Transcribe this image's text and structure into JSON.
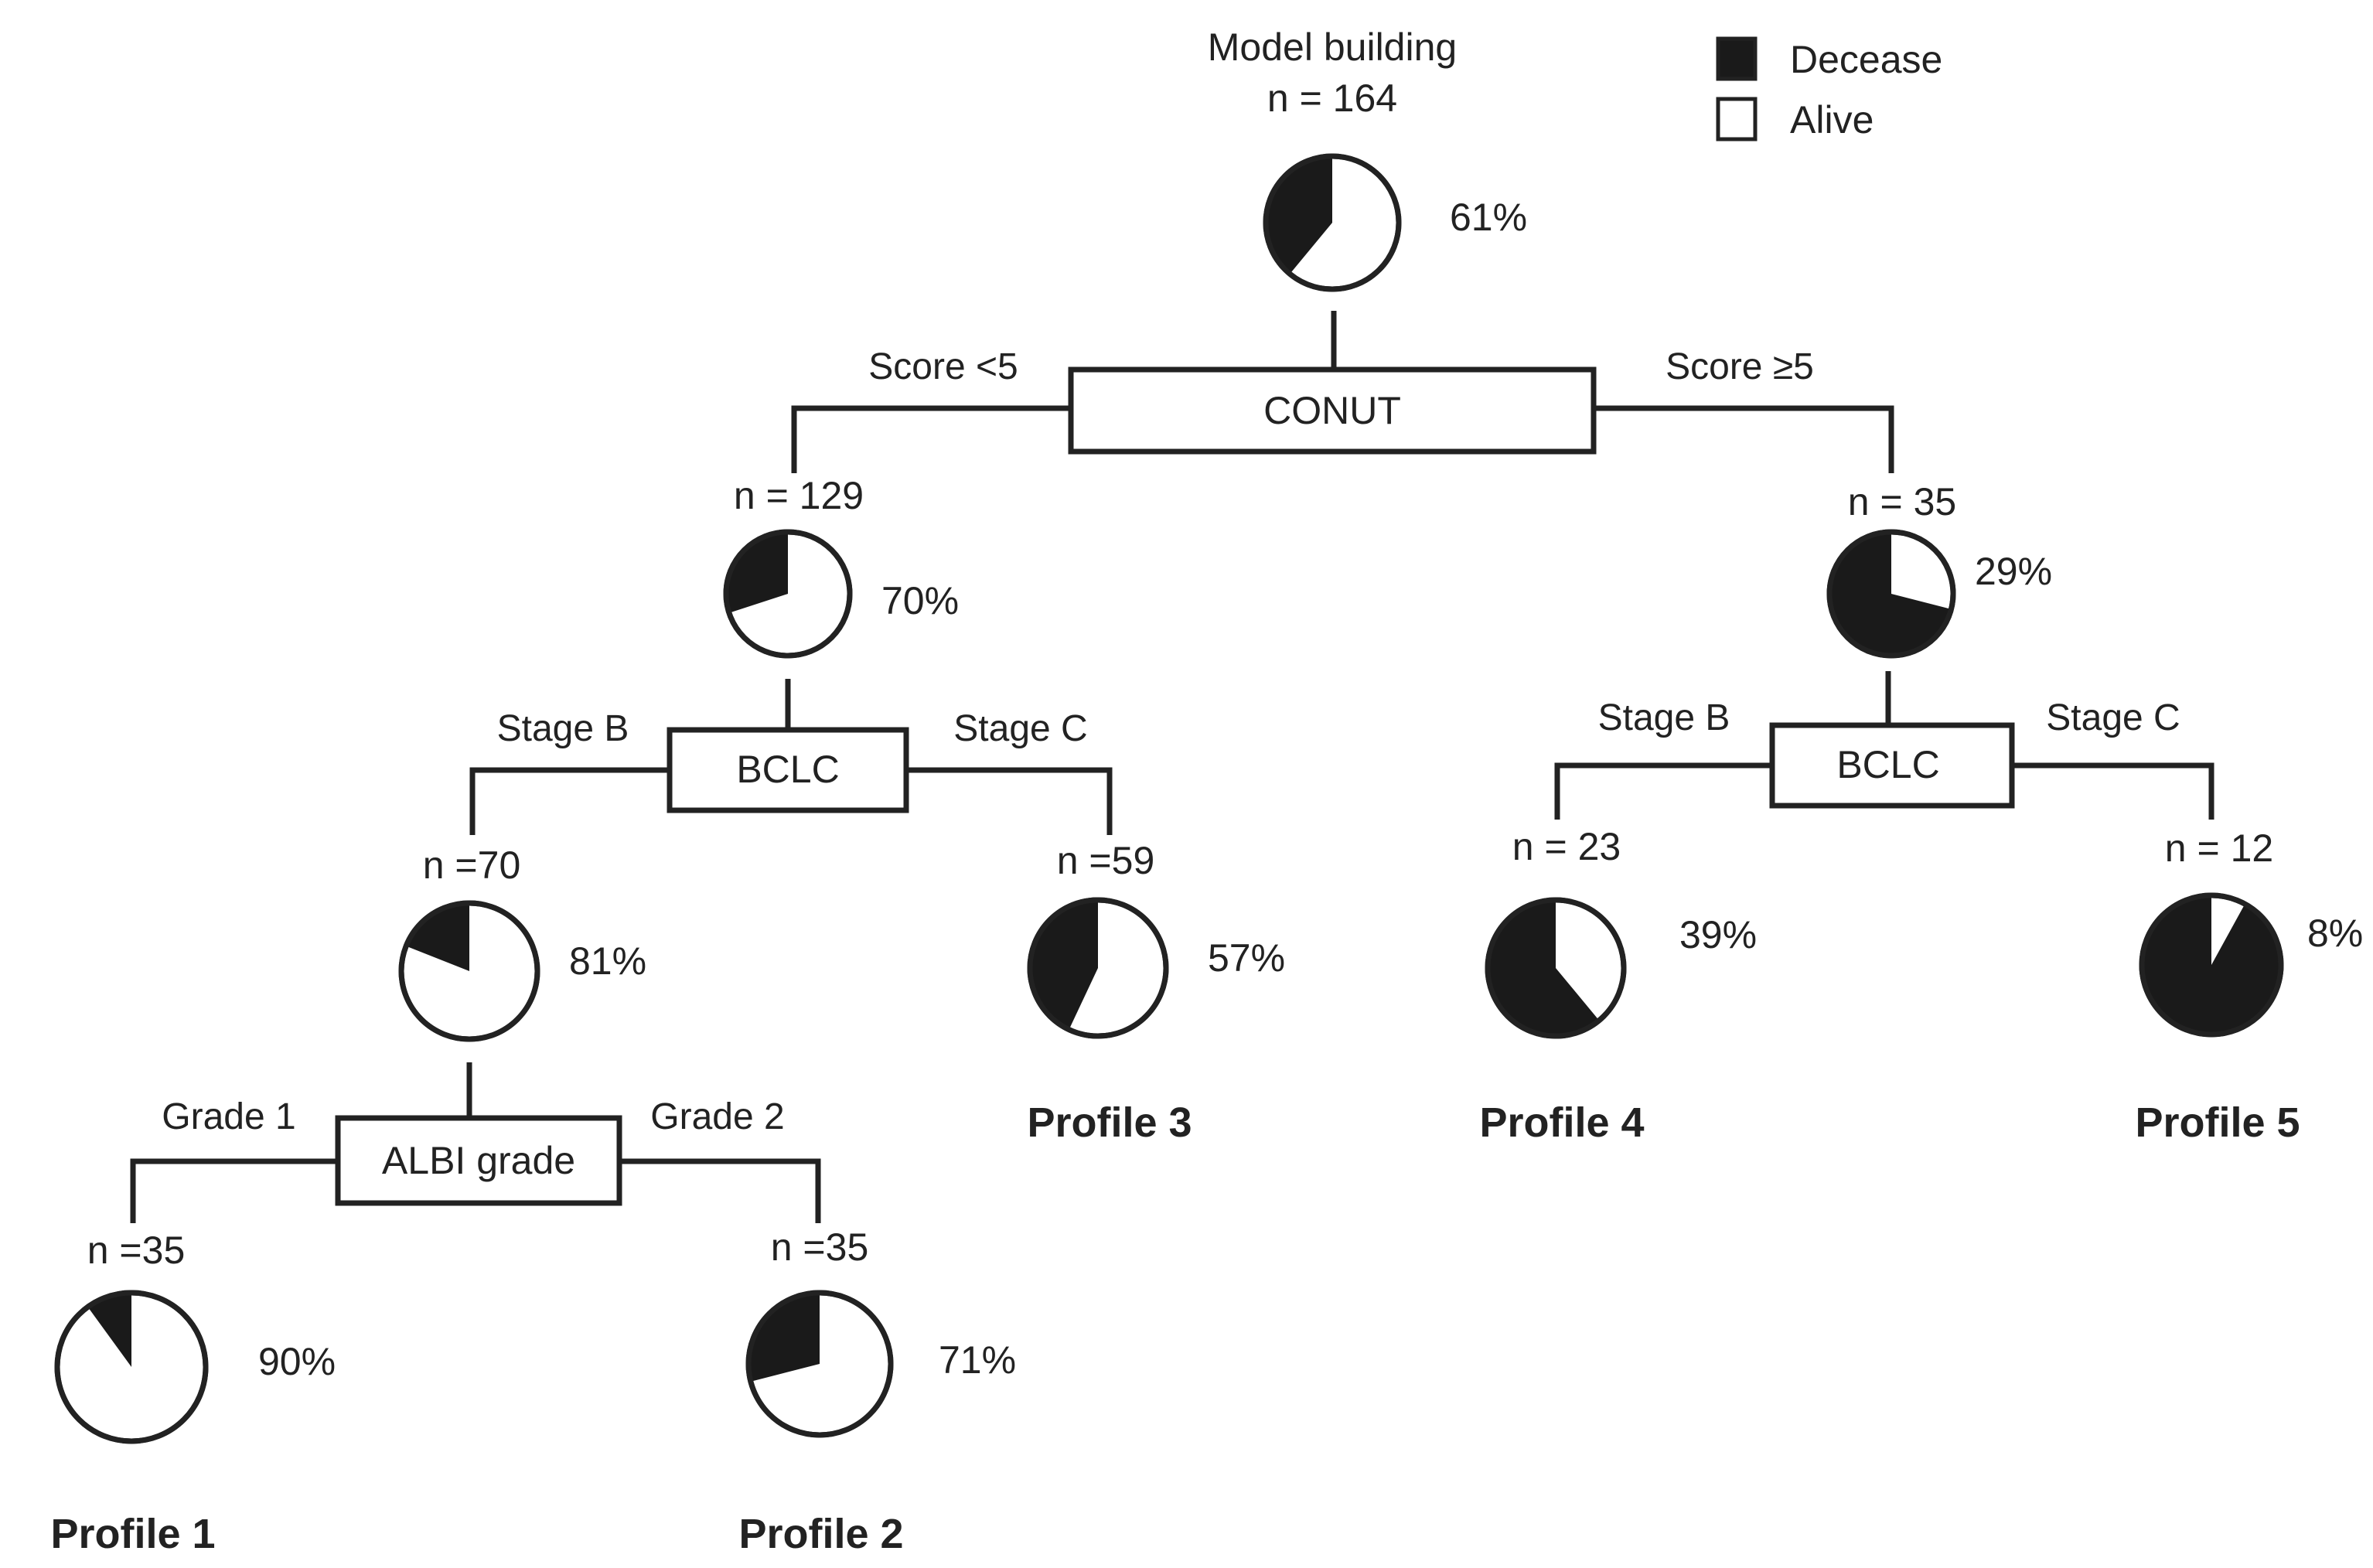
{
  "legend": {
    "decease_label": "Decease",
    "alive_label": "Alive",
    "decease_color": "#1a1a1a",
    "alive_color": "#ffffff"
  },
  "root": {
    "title": "Model building",
    "n_label": "n = 164",
    "alive_pct": 61,
    "pct_label": "61%"
  },
  "splits": {
    "conut": {
      "label": "CONUT",
      "left": "Score <5",
      "right": "Score ≥5"
    },
    "bclc_left": {
      "label": "BCLC",
      "left": "Stage B",
      "right": "Stage C"
    },
    "bclc_right": {
      "label": "BCLC",
      "left": "Stage B",
      "right": "Stage C"
    },
    "albi": {
      "label": "ALBI grade",
      "left": "Grade 1",
      "right": "Grade 2"
    }
  },
  "nodes": {
    "n129": {
      "n_label": "n = 129",
      "alive_pct": 70,
      "pct_label": "70%"
    },
    "n35r": {
      "n_label": "n = 35",
      "alive_pct": 29,
      "pct_label": "29%"
    },
    "n70": {
      "n_label": "n =70",
      "alive_pct": 81,
      "pct_label": "81%"
    },
    "n59": {
      "n_label": "n =59",
      "alive_pct": 57,
      "pct_label": "57%",
      "profile": "Profile 3"
    },
    "n23": {
      "n_label": "n = 23",
      "alive_pct": 39,
      "pct_label": "39%",
      "profile": "Profile 4"
    },
    "n12": {
      "n_label": "n = 12",
      "alive_pct": 8,
      "pct_label": "8%",
      "profile": "Profile 5"
    },
    "n35a": {
      "n_label": "n =35",
      "alive_pct": 90,
      "pct_label": "90%",
      "profile": "Profile 1"
    },
    "n35b": {
      "n_label": "n =35",
      "alive_pct": 71,
      "pct_label": "71%",
      "profile": "Profile 2"
    }
  }
}
